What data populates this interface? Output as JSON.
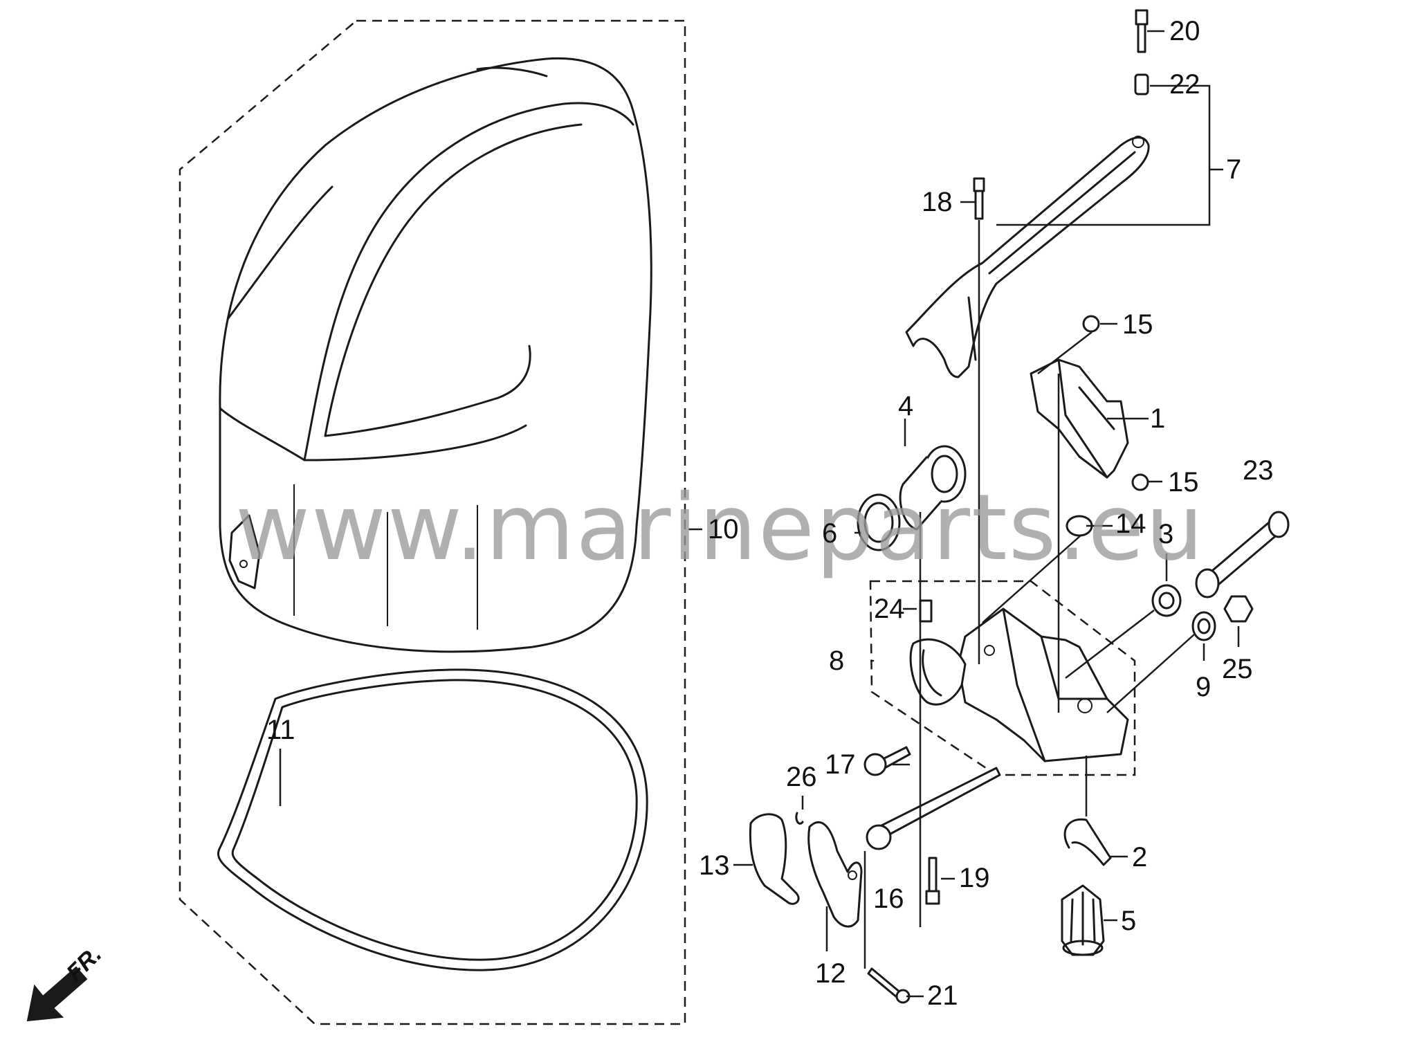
{
  "watermark": {
    "text": "www.marineparts.eu",
    "color": "#9a9a9a"
  },
  "direction_marker": {
    "text": "FR.",
    "icon": "arrow-front-icon"
  },
  "part_labels": {
    "p1": "1",
    "p2": "2",
    "p3": "3",
    "p4": "4",
    "p5": "5",
    "p6": "6",
    "p7": "7",
    "p8": "8",
    "p9": "9",
    "p10": "10",
    "p11": "11",
    "p12": "12",
    "p13": "13",
    "p14": "14",
    "p15a": "15",
    "p15b": "15",
    "p16": "16",
    "p17": "17",
    "p18": "18",
    "p19": "19",
    "p20": "20",
    "p21": "21",
    "p22": "22",
    "p23": "23",
    "p24": "24",
    "p25": "25",
    "p26": "26"
  }
}
